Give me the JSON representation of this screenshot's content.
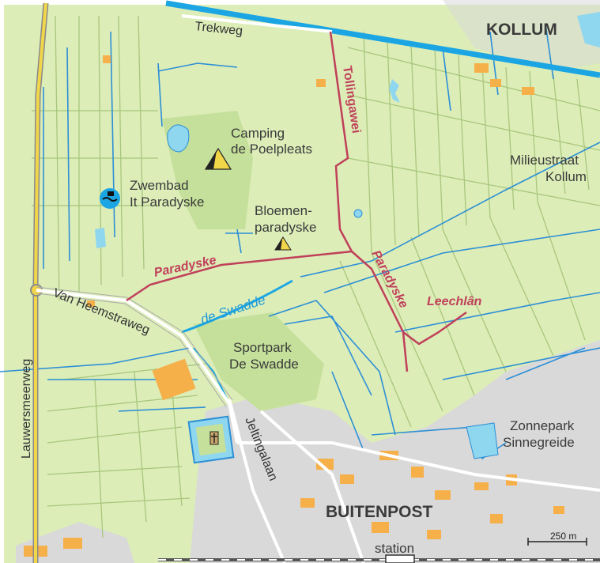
{
  "places": {
    "kollum": "KOLLUM",
    "buitenpost": "BUITENPOST"
  },
  "pois": {
    "camping_line1": "Camping",
    "camping_line2": "de Poelpleats",
    "zwembad_line1": "Zwembad",
    "zwembad_line2": "It Paradyske",
    "bloemen_line1": "Bloemen-",
    "bloemen_line2": "paradyske",
    "milieu_line1": "Milieustraat",
    "milieu_line2": "Kollum",
    "sportpark_line1": "Sportpark",
    "sportpark_line2": "De Swadde",
    "zonnepark_line1": "Zonnepark",
    "zonnepark_line2": "Sinnegreide",
    "station": "station"
  },
  "roads": {
    "trekweg": "Trekweg",
    "tollingawei": "Tollingawei",
    "van_heemstraweg": "Van Heemstraweg",
    "lauwersmeerweg": "Lauwersmeerweg",
    "jeltingalaan": "Jeltingalaan"
  },
  "routes": {
    "paradyske_west": "Paradyske",
    "paradyske_east": "Paradyske",
    "leechlan": "Leechlân"
  },
  "waters": {
    "de_swadde": "de Swadde"
  },
  "scale": {
    "label": "250 m"
  },
  "colors": {
    "land": "#dcedb8",
    "field_line": "#a9c67c",
    "ditch": "#2d8fd5",
    "canal": "#1ba6e3",
    "route": "#c0405a",
    "road_yellow": "#f2d64a",
    "urban": "#d9d9d9",
    "building": "#f6b04a",
    "park": "#c5e09a"
  }
}
